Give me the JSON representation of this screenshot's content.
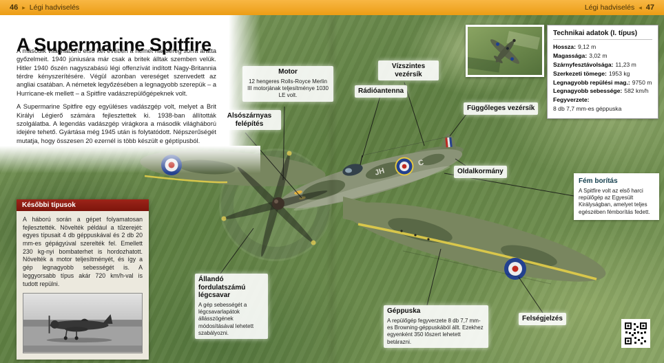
{
  "header": {
    "left": {
      "page": "46",
      "arrow": "▸",
      "section": "Légi hadviselés"
    },
    "right": {
      "section": "Légi hadviselés",
      "arrow": "◂",
      "page": "47"
    }
  },
  "article": {
    "title": "A Supermarine Spitfire",
    "para1": "A második világháború első két évében a német hadsereg sorra aratta győzelmeit. 1940 júniusára már csak a britek álltak szemben velük. Hitler 1940 őszén nagyszabású légi offenzívát indított Nagy-Britannia térdre kényszerítésére. Végül azonban vereséget szenvedett az angliai csatában. A németek legyőzésében a legnagyobb szerepük – a Hurricane-ek mellett – a Spitfire vadászrepülőgépeknek volt.",
    "para2": "A Supermarine Spitfire egy együléses vadászgép volt, melyet a Brit Királyi Légierő számára fejlesztettek ki. 1938-ban állították szolgálatba. A legendás vadászgép virágkora a második világháború idejére tehető. Gyártása még 1945 után is folytatódott. Népszerűségét mutatja, hogy összesen 20 ezernél is több készült e géptípusból."
  },
  "callouts": {
    "motor": {
      "title": "Motor",
      "body": "12 hengeres Rolls-Royce Merlin III motorjának teljesítménye 1030 LE volt."
    },
    "lower_wing": {
      "title": "Alsószárnyas felépítés"
    },
    "horizontal_tail": {
      "title": "Vízszintes vezérsík"
    },
    "radio_antenna": {
      "title": "Rádióantenna"
    },
    "vertical_tail": {
      "title": "Függőleges vezérsík"
    },
    "rudder": {
      "title": "Oldalkormány"
    },
    "metal_skin": {
      "title": "Fém borítás",
      "body": "A Spitfire volt az első harci repülőgép az Egyesült Királyságban, amelyet teljes egészében fémborítás fedett."
    },
    "machine_gun": {
      "title": "Géppuska",
      "body": "A repülőgép fegyverzete 8 db 7,7 mm-es Browning-géppuskából állt. Ezekhez egyenként 350 lőszert lehetett betárazni."
    },
    "insignia": {
      "title": "Felségjelzés"
    },
    "propeller": {
      "title": "Állandó fordulatszámú légcsavar",
      "body": "A gép sebességét a légcsavarlapátok állásszögének módosításával lehetett szabályozni."
    }
  },
  "tech_box": {
    "title": "Technikai adatok (I. típus)",
    "specs": [
      {
        "label": "Hossza:",
        "value": "9,12 m"
      },
      {
        "label": "Magassága:",
        "value": "3,02 m"
      },
      {
        "label": "Szárnyfesztávolsága:",
        "value": "11,23 m"
      },
      {
        "label": "Szerkezeti tömege:",
        "value": "1953 kg"
      },
      {
        "label": "Legnagyobb repülési mag.:",
        "value": "9750 m"
      },
      {
        "label": "Legnagyobb sebessége:",
        "value": "582 km/h"
      }
    ],
    "armament_label": "Fegyverzete:",
    "armament_value": "8 db 7,7 mm-es géppuska"
  },
  "later_box": {
    "title": "Későbbi típusok",
    "body": "A háború során a gépet folyamatosan fejlesztették. Növelték például a tűzerejét: egyes típusait 4 db géppuskával és 2 db 20 mm-es gépágyúval szerelték fel. Emellett 230 kg-nyi bombaterhet is hordozhatott. Növelték a motor teljesítményét, és így a gép legnagyobb sebességét is. A leggyorsabb típus akár 720 km/h-val is tudott repülni."
  },
  "aircraft": {
    "code_left": "JH",
    "code_right": "C"
  }
}
